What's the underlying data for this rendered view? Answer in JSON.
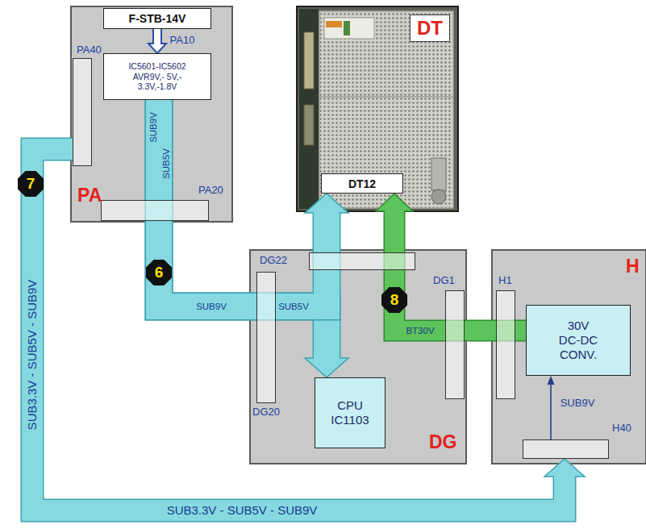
{
  "diagram": {
    "nodes": [
      {
        "text": [
          "PA"
        ]
      },
      {
        "text": [
          "F-STB-14V"
        ],
        "in": 0
      },
      {
        "text": [
          "IC5601-IC5602 AVR9V,- 5V,- 3.3V,-1.8V"
        ],
        "in": 0
      },
      {
        "text": [
          "PA40"
        ],
        "in": 0
      },
      {
        "text": [
          "PA20"
        ],
        "in": 0
      },
      {
        "text": [
          "DT"
        ]
      },
      {
        "text": [
          "DT12"
        ],
        "in": 5
      },
      {
        "text": [
          "DG"
        ]
      },
      {
        "text": [
          "DG22"
        ],
        "in": 7
      },
      {
        "text": [
          "DG20"
        ],
        "in": 7
      },
      {
        "text": [
          "DG1"
        ],
        "in": 7
      },
      {
        "text": [
          "CPU IC1103"
        ],
        "in": 7
      },
      {
        "text": [
          "H"
        ]
      },
      {
        "text": [
          "H1"
        ],
        "in": 12
      },
      {
        "text": [
          "30V DC-DC CONV."
        ],
        "in": 12
      },
      {
        "text": [
          "H40"
        ],
        "in": 12
      }
    ],
    "edges": [
      {
        "from": 1,
        "to": 2,
        "arrow": "to"
      },
      {
        "from": 2,
        "to": 11,
        "arrow": "to"
      },
      {
        "from": 2,
        "to": 6,
        "arrow": "to"
      },
      {
        "from": 3,
        "to": 15,
        "arrow": "to"
      },
      {
        "from": 14,
        "to": 6,
        "label": "BT30V",
        "arrow": "to"
      },
      {
        "from": 15,
        "to": 14,
        "label": "SUB9V",
        "arrow": "to"
      }
    ],
    "labels": [
      "PA10",
      "SUB9V",
      "SUB5V",
      "7",
      "SUB3.3V - SUB5V - SUB9V",
      "6",
      "SUB9V",
      "SUB5V",
      "8",
      "SUB3.3V - SUB5V - SUB9V"
    ]
  }
}
